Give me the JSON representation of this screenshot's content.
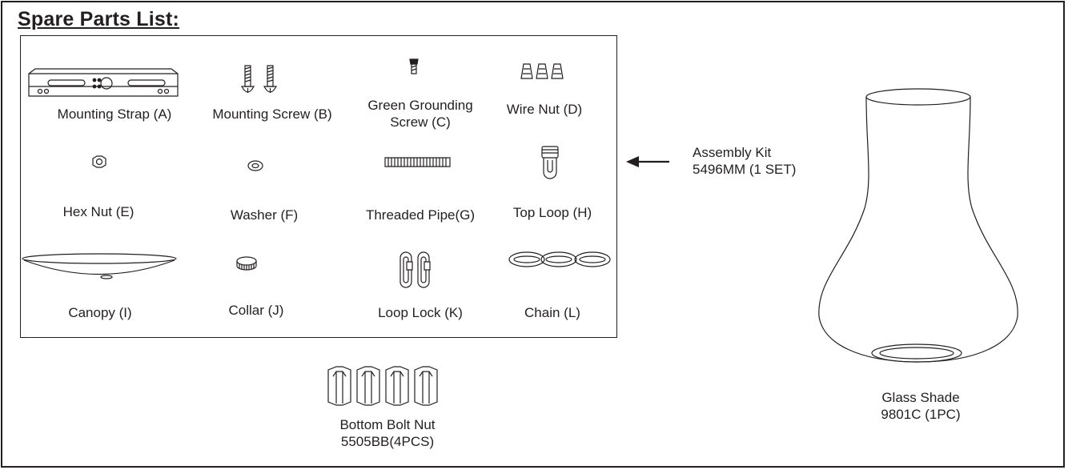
{
  "title": "Spare Parts List:",
  "parts": [
    {
      "id": "A",
      "label": "Mounting Strap (A)"
    },
    {
      "id": "B",
      "label": "Mounting Screw (B)"
    },
    {
      "id": "C",
      "label_line1": "Green Grounding",
      "label_line2": "Screw (C)"
    },
    {
      "id": "D",
      "label": "Wire Nut (D)"
    },
    {
      "id": "E",
      "label": "Hex Nut (E)"
    },
    {
      "id": "F",
      "label": "Washer (F)"
    },
    {
      "id": "G",
      "label": "Threaded Pipe(G)"
    },
    {
      "id": "H",
      "label": "Top Loop (H)"
    },
    {
      "id": "I",
      "label": "Canopy (I)"
    },
    {
      "id": "J",
      "label": "Collar (J)"
    },
    {
      "id": "K",
      "label": "Loop Lock (K)"
    },
    {
      "id": "L",
      "label": "Chain (L)"
    }
  ],
  "assembly_kit": {
    "line1": "Assembly Kit",
    "line2": "5496MM (1 SET)"
  },
  "bottom_bolt_nut": {
    "line1": "Bottom Bolt Nut",
    "line2": "5505BB(4PCS)"
  },
  "glass_shade": {
    "line1": "Glass Shade",
    "line2": "9801C (1PC)"
  }
}
